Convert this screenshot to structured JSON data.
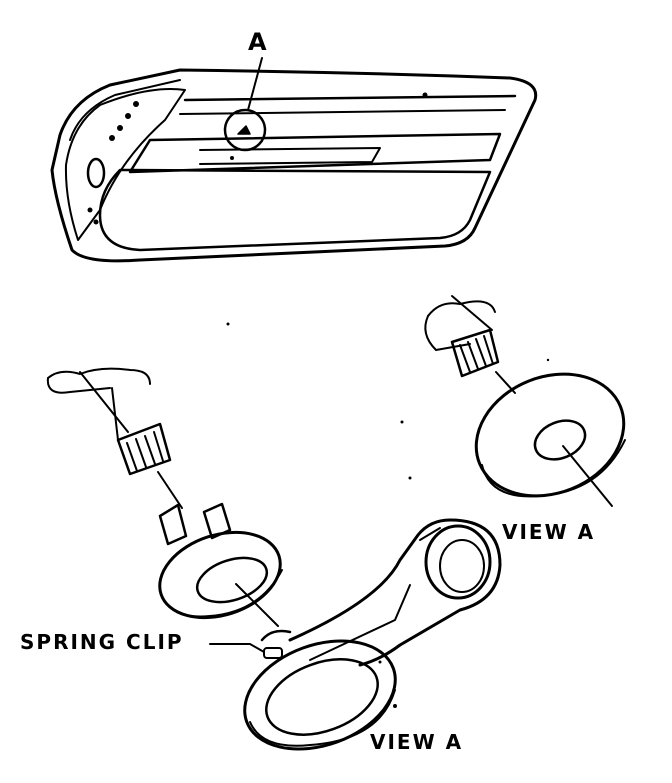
{
  "labels": {
    "callout_a": "A",
    "view_a_top": "VIEW A",
    "spring_clip": "SPRING CLIP",
    "view_a_bottom": "VIEW A"
  }
}
